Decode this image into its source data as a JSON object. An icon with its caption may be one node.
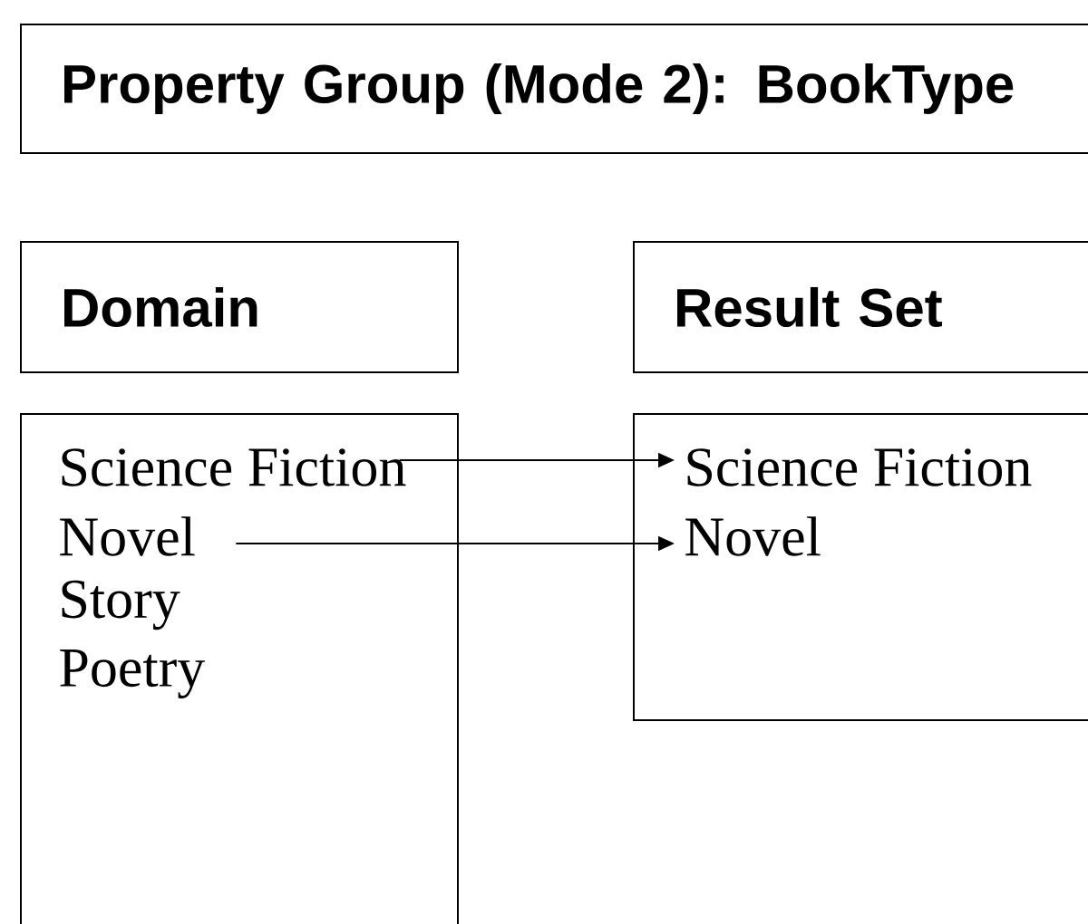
{
  "diagram": {
    "nodes": [
      {
        "text": [
          "Property Group (Mode 2): BookType"
        ]
      },
      {
        "text": [
          "Domain"
        ]
      },
      {
        "text": [
          "Result Set"
        ]
      },
      {
        "text": [],
        "shape": "box"
      },
      {
        "text": [],
        "shape": "box"
      },
      {
        "text": [
          "Science Fiction"
        ],
        "in": 3
      },
      {
        "text": [
          "Novel"
        ],
        "in": 3
      },
      {
        "text": [
          "Story"
        ],
        "in": 3
      },
      {
        "text": [
          "Poetry"
        ],
        "in": 3
      },
      {
        "text": [
          "Science Fiction"
        ],
        "in": 4
      },
      {
        "text": [
          "Novel"
        ],
        "in": 4
      }
    ],
    "edges": [
      {
        "from": 5,
        "to": 9,
        "arrow": "to"
      },
      {
        "from": 6,
        "to": 10,
        "arrow": "to"
      }
    ]
  }
}
